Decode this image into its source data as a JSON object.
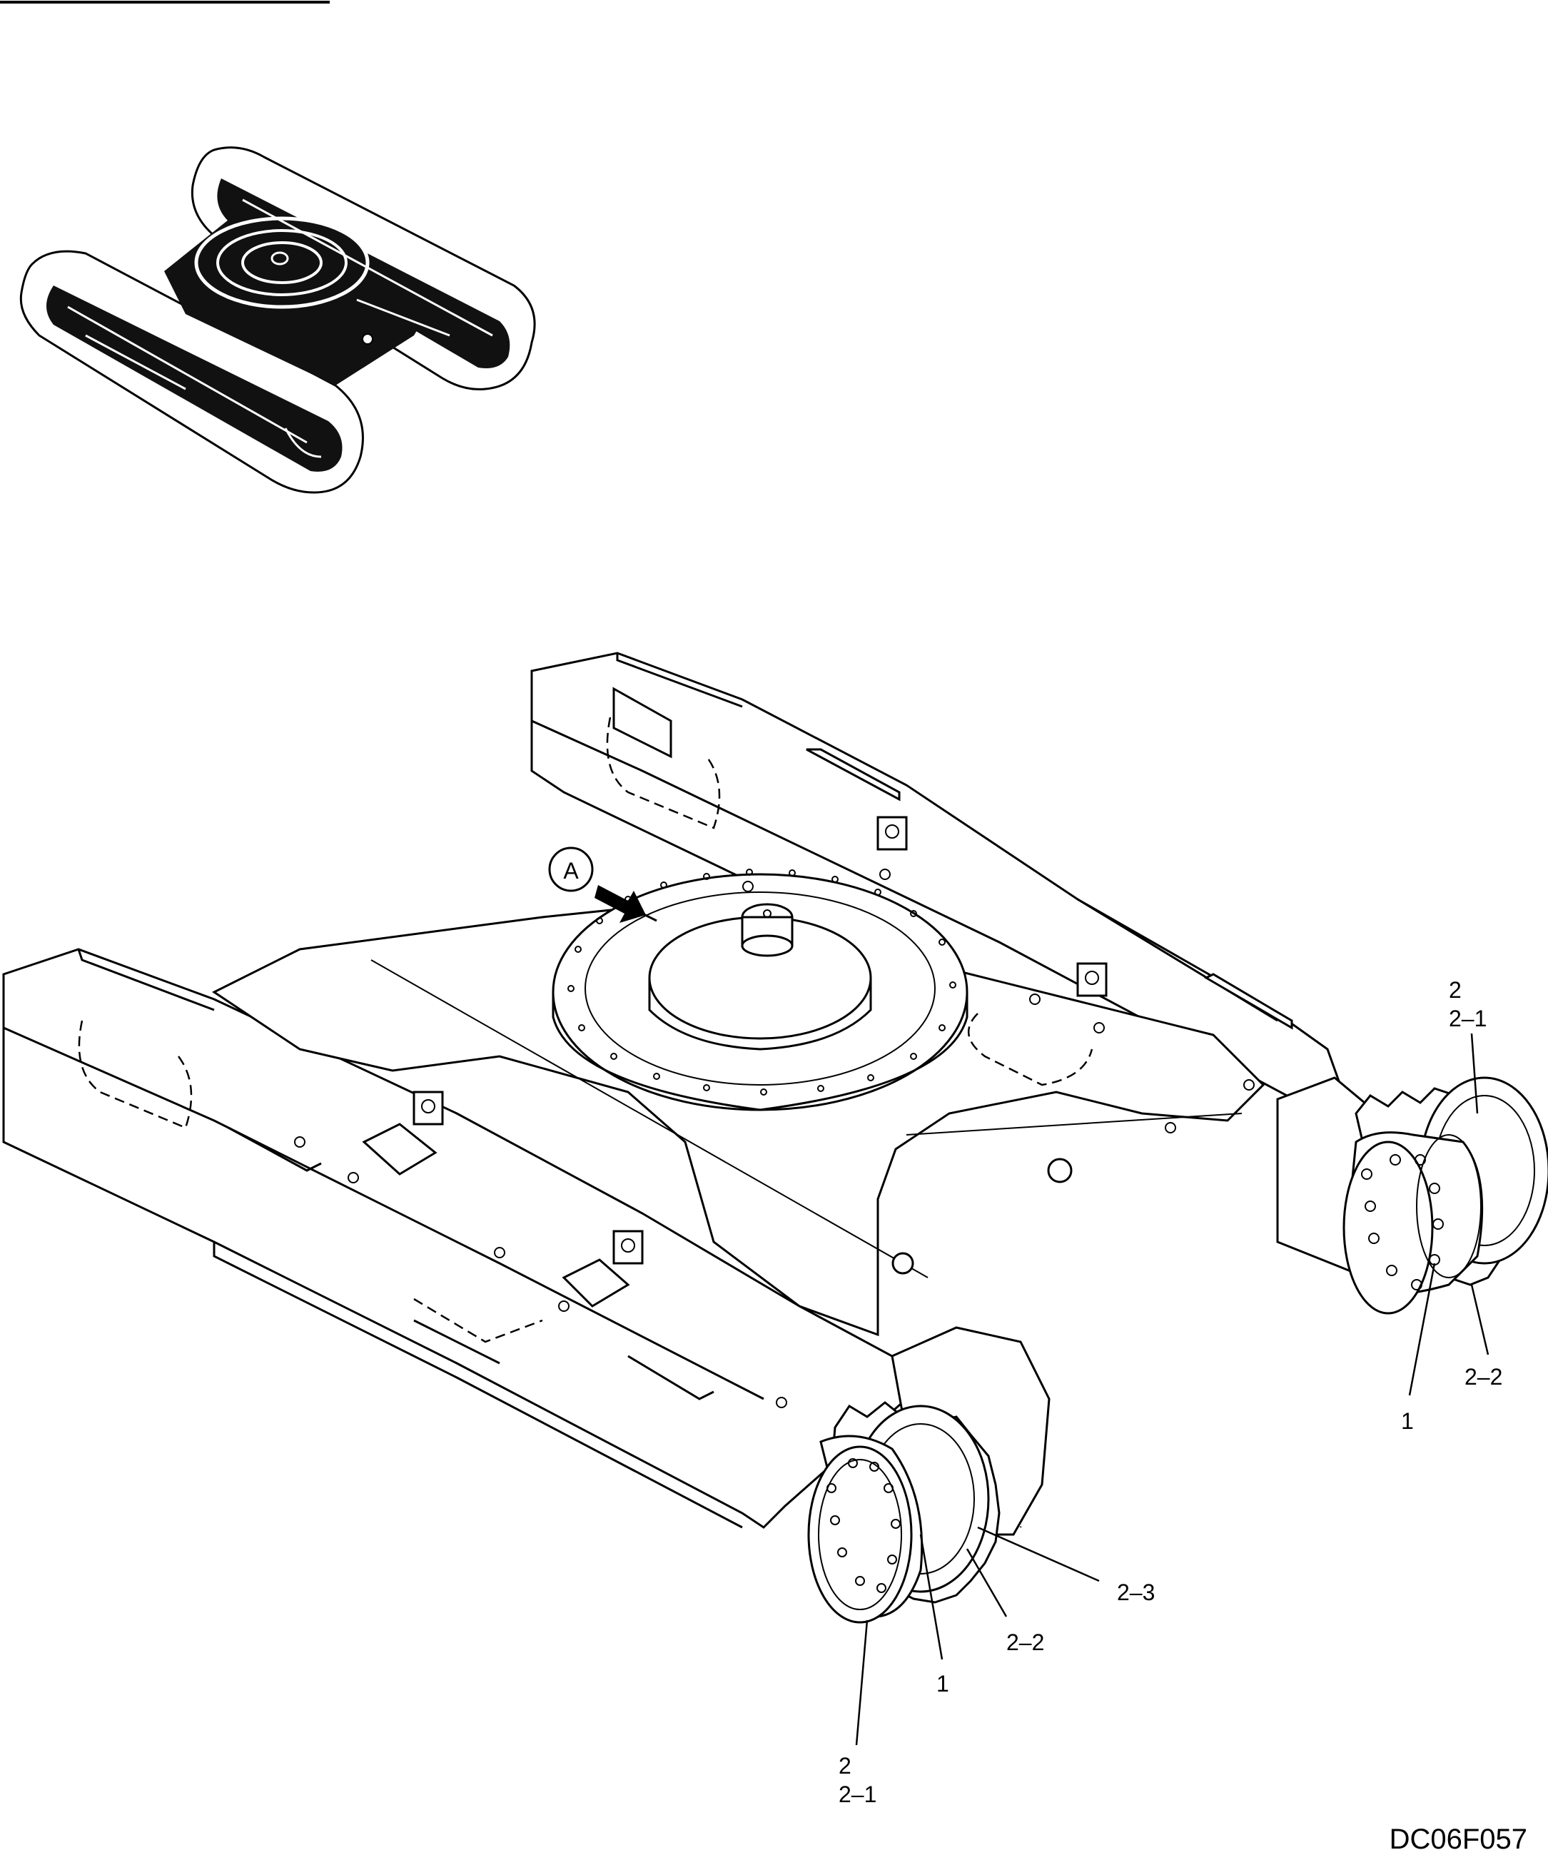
{
  "diagram": {
    "view_marker": "A",
    "drawing_code": "DC06F057",
    "callouts": {
      "right_top_group": "2",
      "right_top_sub": "2–1",
      "right_item_1": "1",
      "right_item_2_2": "2–2",
      "left_item_2_3": "2–3",
      "left_item_2_2": "2–2",
      "left_item_1": "1",
      "left_bottom_group": "2",
      "left_bottom_sub": "2–1"
    }
  }
}
